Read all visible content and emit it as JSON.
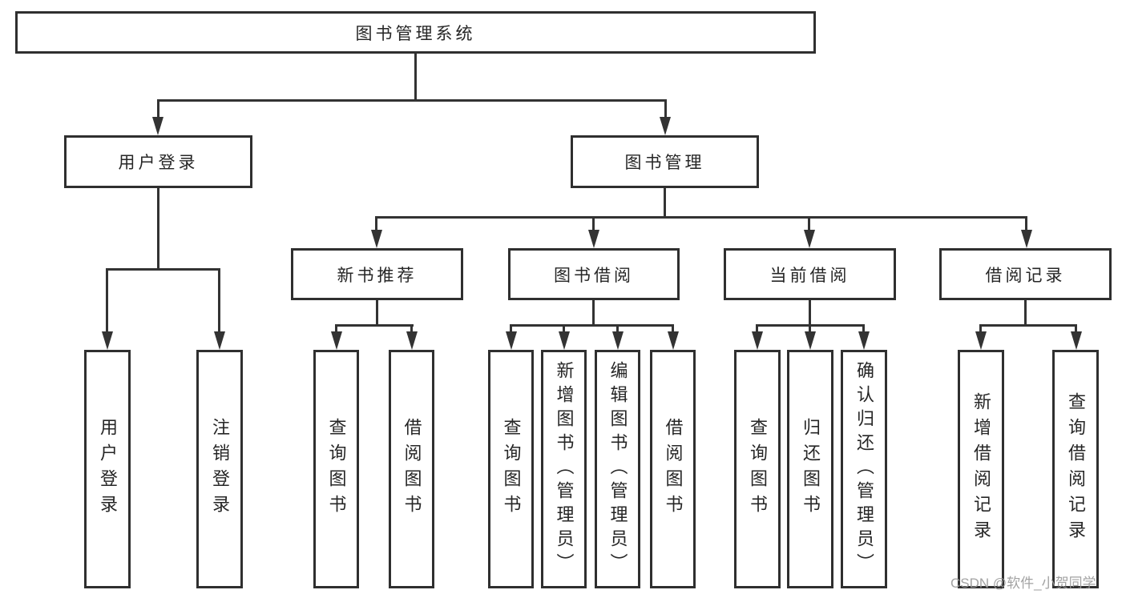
{
  "watermark": "CSDN @软件_小贺同学",
  "colors": {
    "line": "#333333",
    "box_border": "#2f2f2f",
    "box_fill": "#ffffff",
    "text": "#262626",
    "watermark": "#9b9b9b"
  },
  "nodes": {
    "root": {
      "label": "图书管理系统"
    },
    "user_login": {
      "label": "用户登录",
      "children": {
        "login": {
          "label": "用户登录"
        },
        "logout": {
          "label": "注销登录"
        }
      }
    },
    "book_mgmt": {
      "label": "图书管理",
      "children": {
        "new_book_rec": {
          "label": "新书推荐",
          "children": {
            "query_book": {
              "label": "查询图书"
            },
            "borrow_book": {
              "label": "借阅图书"
            }
          }
        },
        "book_borrow": {
          "label": "图书借阅",
          "children": {
            "query_book": {
              "label": "查询图书"
            },
            "add_book": {
              "label": "新增图书（管理员）"
            },
            "edit_book": {
              "label": "编辑图书（管理员）"
            },
            "borrow_book": {
              "label": "借阅图书"
            }
          }
        },
        "current_borrow": {
          "label": "当前借阅",
          "children": {
            "query_book": {
              "label": "查询图书"
            },
            "return_book": {
              "label": "归还图书"
            },
            "confirm_return": {
              "label": "确认归还（管理员）"
            }
          }
        },
        "borrow_records": {
          "label": "借阅记录",
          "children": {
            "add_record": {
              "label": "新增借阅记录"
            },
            "query_record": {
              "label": "查询借阅记录"
            }
          }
        }
      }
    }
  }
}
